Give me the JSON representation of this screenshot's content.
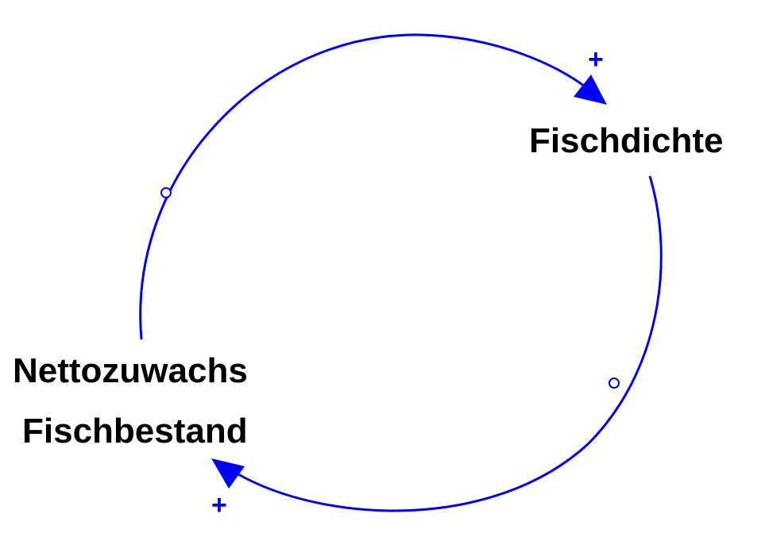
{
  "diagram": {
    "type": "causal-loop",
    "variables": {
      "fischdichte": "Fischdichte",
      "nettozuwachs_line1": "Nettozuwachs",
      "nettozuwachs_line2": "Fischbestand"
    },
    "links": [
      {
        "from": "Nettozuwachs Fischbestand",
        "to": "Fischdichte",
        "polarity": "+"
      },
      {
        "from": "Fischdichte",
        "to": "Nettozuwachs Fischbestand",
        "polarity": "+"
      }
    ],
    "colors": {
      "link": "#0000ff",
      "polarity": "#0000ff",
      "label": "#000000",
      "background": "#ffffff"
    }
  }
}
